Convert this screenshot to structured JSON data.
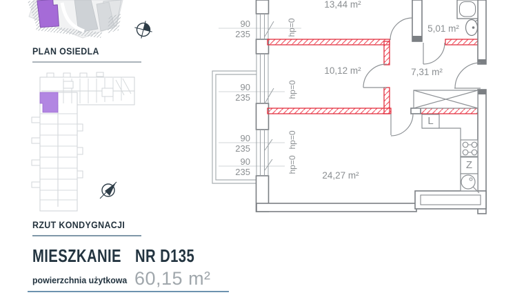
{
  "sidebar": {
    "site_plan": {
      "label": "PLAN OSIEDLA"
    },
    "floor_plan": {
      "label": "RZUT KONDYGNACJI"
    }
  },
  "apartment": {
    "type_label": "MIESZKANIE",
    "number": "NR D135",
    "area_label": "powierzchnia użytkowa",
    "area_value": "60,15 m²"
  },
  "plan": {
    "rooms": [
      {
        "id": "room-13",
        "area": "13,44 m²"
      },
      {
        "id": "bathroom",
        "area": "5,01 m²"
      },
      {
        "id": "room-10",
        "area": "10,12 m²"
      },
      {
        "id": "hall",
        "area": "7,31 m²"
      },
      {
        "id": "living-room-kitchen",
        "area": "24,27 m²"
      }
    ],
    "windows": [
      {
        "width": "90",
        "height": "235",
        "hp": "hp=0"
      },
      {
        "width": "90",
        "height": "235",
        "hp": "hp=0"
      },
      {
        "width": "90",
        "height": "235",
        "hp": "hp=0"
      },
      {
        "width": "90",
        "height": "235",
        "hp": "hp=0"
      }
    ],
    "appliances": {
      "fridge": "L",
      "dishwasher": "Z"
    }
  },
  "colors": {
    "accent_purple": "#a56bd7",
    "wall_red": "#e23140",
    "navy_text": "#233440",
    "gray_text": "#8a8e91",
    "divider_blue": "#6c92af"
  }
}
